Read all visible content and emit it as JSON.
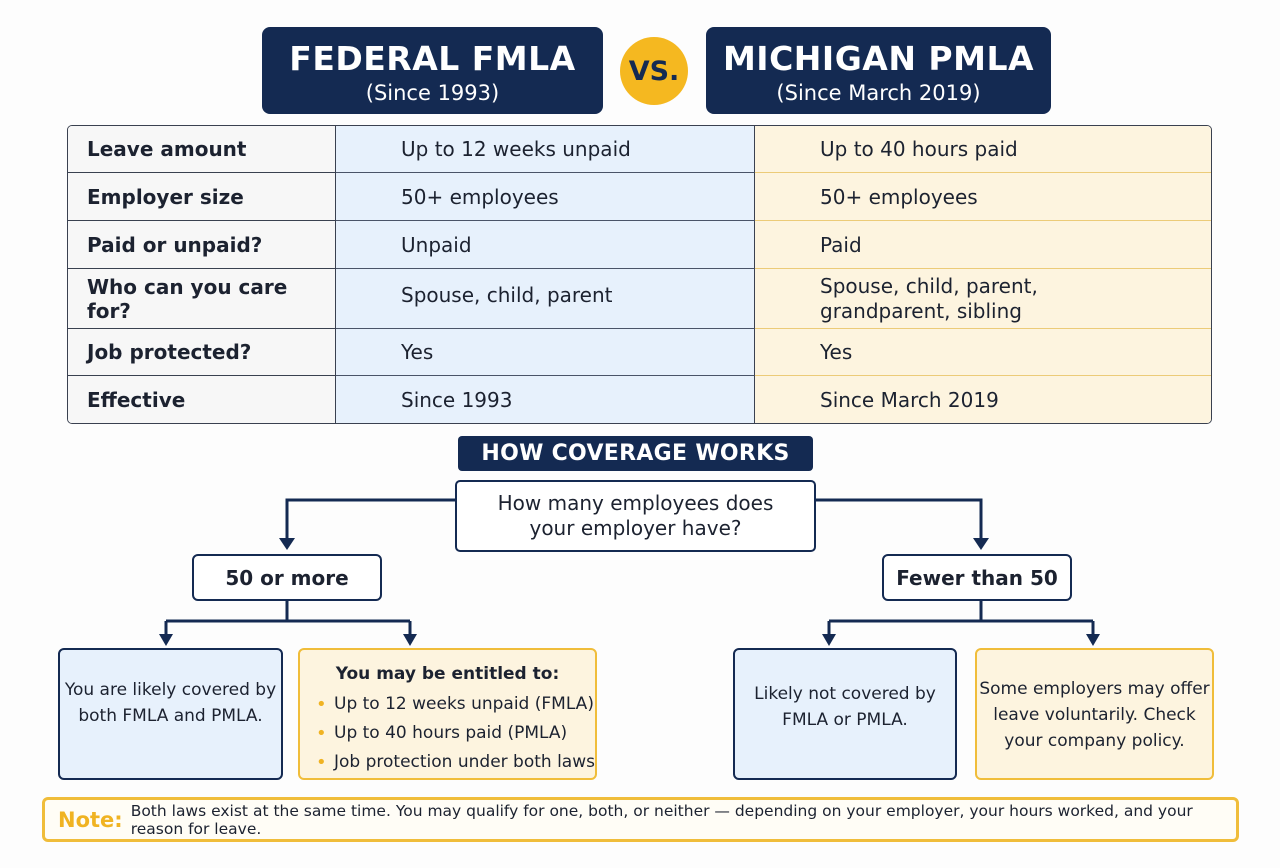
{
  "header": {
    "left": {
      "title": "FEDERAL FMLA",
      "subtitle": "(Since 1993)"
    },
    "vs": "VS.",
    "right": {
      "title": "MICHIGAN PMLA",
      "subtitle": "(Since March 2019)"
    }
  },
  "comparison": {
    "rows": [
      {
        "label": "Leave amount",
        "federal": "Up to 12 weeks unpaid",
        "michigan": "Up to 40 hours paid"
      },
      {
        "label": "Employer size",
        "federal": "50+ employees",
        "michigan": "50+ employees"
      },
      {
        "label": "Paid or unpaid?",
        "federal": "Unpaid",
        "michigan": "Paid"
      },
      {
        "label": "Who can you care for?",
        "federal": "Spouse, child, parent",
        "michigan_line1": "Spouse, child, parent,",
        "michigan_line2": "grandparent, sibling"
      },
      {
        "label": "Job protected?",
        "federal": "Yes",
        "michigan": "Yes"
      },
      {
        "label": "Effective",
        "federal": "Since 1993",
        "michigan": "Since March 2019"
      }
    ]
  },
  "coverage": {
    "title": "HOW COVERAGE WORKS",
    "question_line1": "How many employees does",
    "question_line2": "your employer have?",
    "left_branch": "50 or more",
    "right_branch": "Fewer than 50",
    "box1_line1": "You are likely covered by",
    "box1_line2": "both FMLA and PMLA.",
    "box2_heading": "You may be entitled to:",
    "box2_items": [
      "Up to 12 weeks unpaid (FMLA)",
      "Up to 40 hours paid (PMLA)",
      "Job protection under both laws"
    ],
    "box3_line1": "Likely not covered by",
    "box3_line2": "FMLA or PMLA.",
    "box4_line1": "Some employers may offer",
    "box4_line2": "leave voluntarily. Check",
    "box4_line3": "your company policy."
  },
  "note": {
    "label": "Note:",
    "text": "Both laws exist at the same time. You may qualify for one, both, or neither — depending on your employer, your hours worked, and your reason for leave."
  },
  "colors": {
    "navy": "#142a52",
    "accent": "#f5b820",
    "federal_fill": "#e7f1fc",
    "michigan_fill": "#fdf4df"
  }
}
